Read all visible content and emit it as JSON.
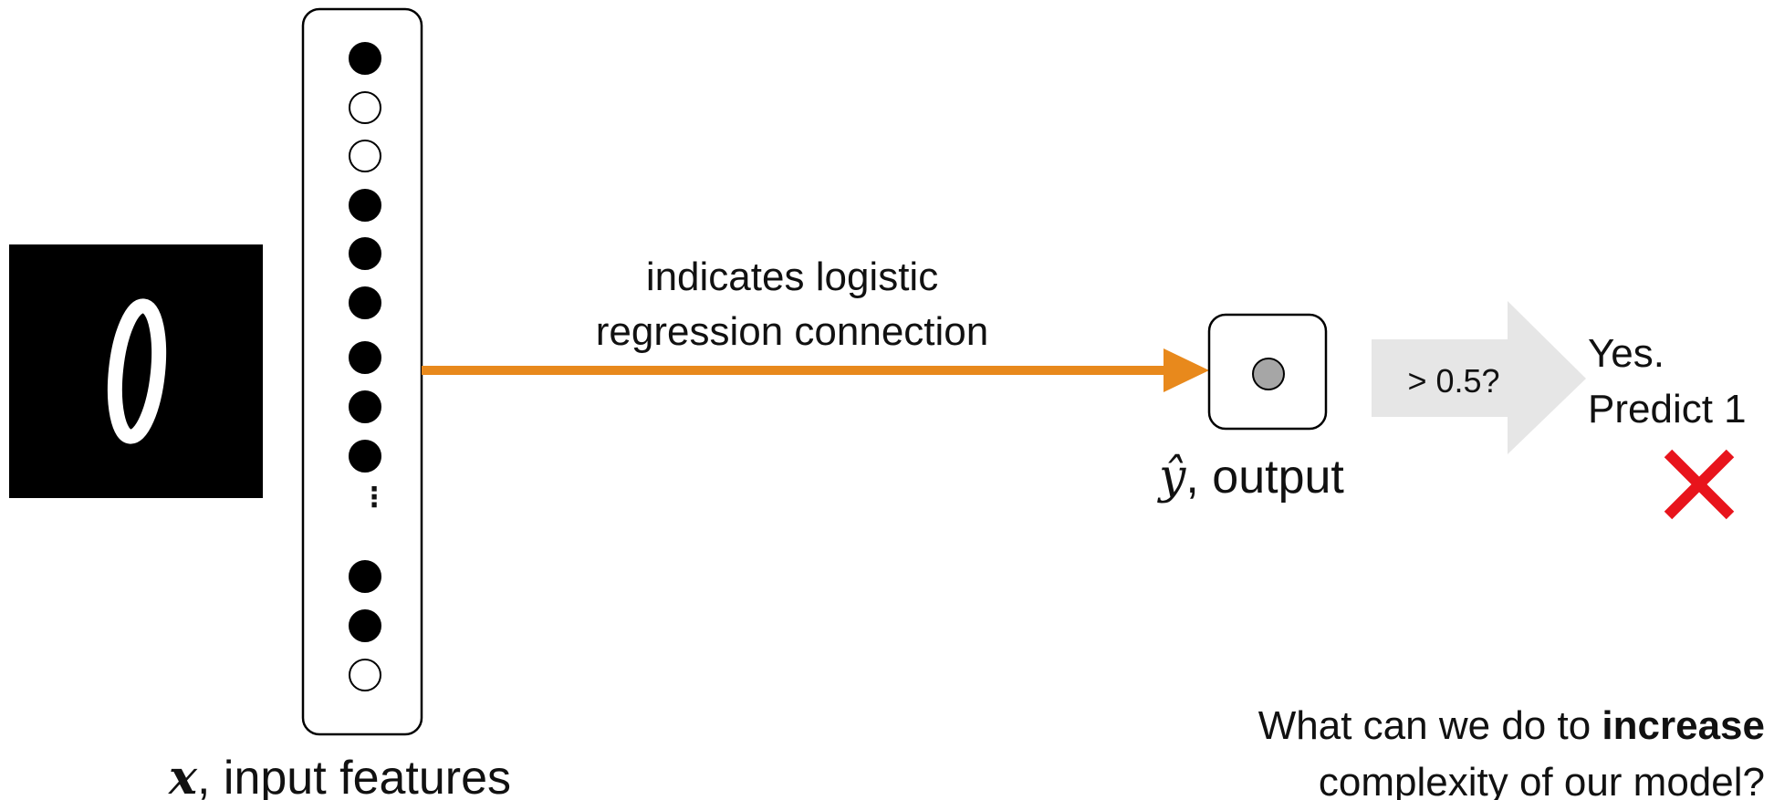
{
  "arrow_label": {
    "line1": "indicates logistic",
    "line2": "regression connection"
  },
  "input": {
    "symbol": "x",
    "label": ", input features",
    "nodes": [
      "filled",
      "empty",
      "empty",
      "filled",
      "filled",
      "filled",
      "filled",
      "filled",
      "filled",
      "filled",
      "filled",
      "empty"
    ],
    "ellipsis": "⋮"
  },
  "output": {
    "symbol": "ŷ",
    "label": ", output"
  },
  "threshold": {
    "label": "> 0.5?"
  },
  "prediction": {
    "line1": "Yes.",
    "line2": "Predict 1",
    "mark_icon": "red-x-icon"
  },
  "question": {
    "line1_pre": "What can we do to ",
    "line1_emph": "increase",
    "line2": "complexity of our model?"
  },
  "colors": {
    "arrow": "#E8891C",
    "question": "#B5661B",
    "cross": "#E8141C",
    "threshold_arrow": "#E6E6E6",
    "output_node": "#A6A6A6"
  }
}
